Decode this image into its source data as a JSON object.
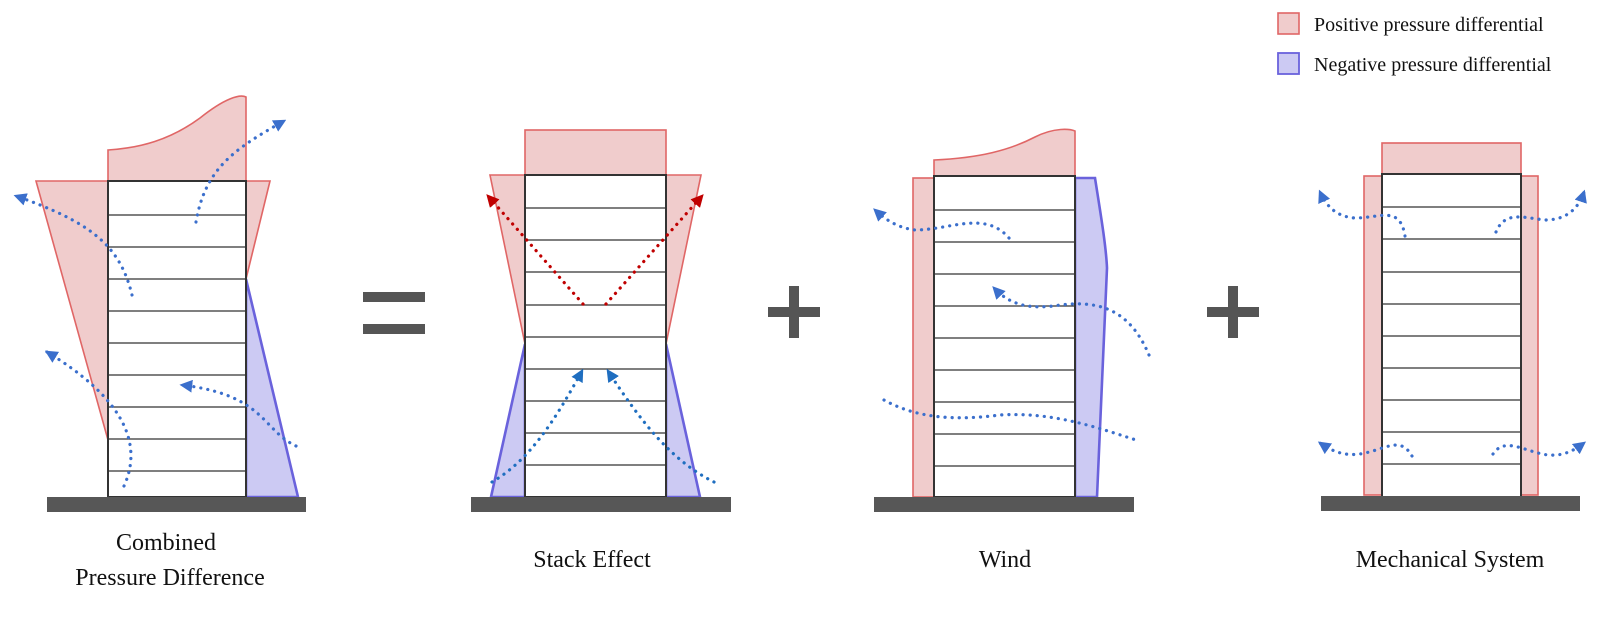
{
  "legend": {
    "positive_label": "Positive pressure differential",
    "negative_label": "Negative pressure differential"
  },
  "panels": {
    "combined": {
      "caption_line1": "Combined",
      "caption_line2": "Pressure Difference"
    },
    "stack": {
      "caption": "Stack Effect"
    },
    "wind": {
      "caption": "Wind"
    },
    "mechanical": {
      "caption": "Mechanical System"
    }
  },
  "colors": {
    "positive_fill": "#f0cccc",
    "positive_stroke": "#e06666",
    "negative_fill": "#cccaf3",
    "negative_stroke": "#6a62dc",
    "airflow_blue": "#3b6fcc",
    "airflow_red": "#c00000",
    "ground": "#575757"
  }
}
